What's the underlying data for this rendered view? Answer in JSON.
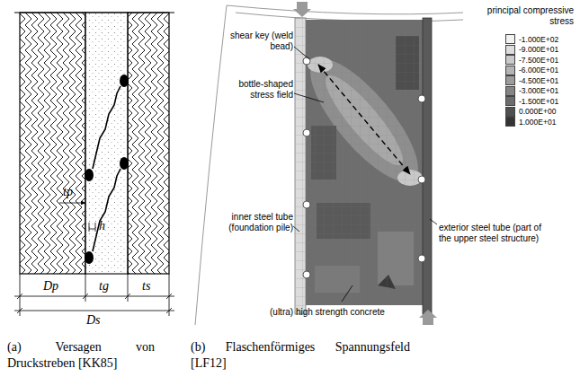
{
  "diagram": {
    "labels": [
      "tp",
      "h",
      "Dp",
      "tg",
      "ts",
      "Ds",
      "shear key (weld bead)",
      "bottle-shaped stress field",
      "inner steel tube (foundation pile)",
      "(ultra) high strength concrete",
      "exterior steel tube (part of the upper steel structure)",
      "principal compressive stress",
      "(a) Versagen von Druckstreben [KK85]",
      "(b) Flaschenförmiges Spannungsfeld [LF12]"
    ],
    "legend": [
      {
        "text": "-1.000E+02",
        "color": "#f2f2f2"
      },
      {
        "text": "-9.000E+01",
        "color": "#dedede"
      },
      {
        "text": "-7.500E+01",
        "color": "#cacaca"
      },
      {
        "text": "-6.000E+01",
        "color": "#b4b4b4"
      },
      {
        "text": "-4.500E+01",
        "color": "#9c9c9c"
      },
      {
        "text": "-3.000E+01",
        "color": "#848484"
      },
      {
        "text": "-1.500E+01",
        "color": "#6c6c6c"
      },
      {
        "text": "0.000E+00",
        "color": "#505050"
      },
      {
        "text": "1.000E+01",
        "color": "#343434"
      }
    ]
  }
}
